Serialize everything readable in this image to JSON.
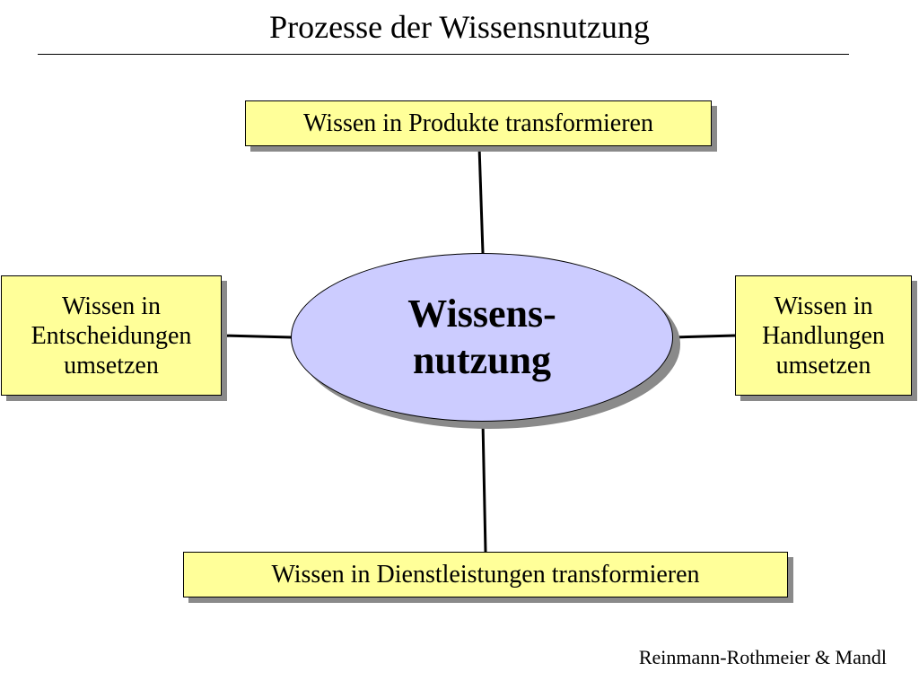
{
  "slide": {
    "title": "Prozesse der Wissensnutzung",
    "footer": "Reinmann-Rothmeier & Mandl"
  },
  "diagram": {
    "center": "Wissens-\nnutzung",
    "nodes": {
      "top": "Wissen in Produkte transformieren",
      "left": "Wissen in\nEntscheidungen\numsetzen",
      "right": "Wissen in\nHandlungen\numsetzen",
      "bottom": "Wissen in Dienstleistungen transformieren"
    }
  },
  "colors": {
    "node_fill": "#ffff99",
    "center_fill": "#ccccff",
    "shadow": "#8a8a8a"
  }
}
